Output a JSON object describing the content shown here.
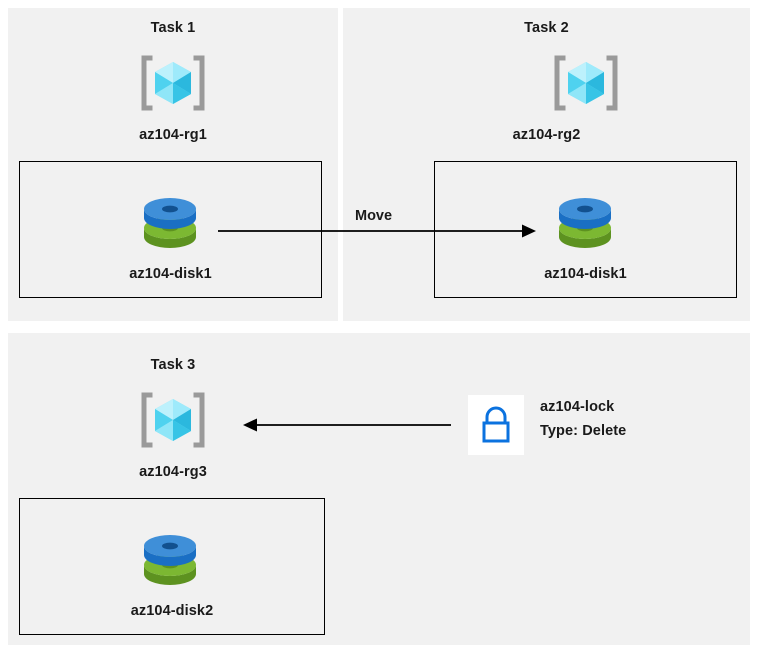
{
  "diagram": {
    "background_color": "#ffffff",
    "panel_color": "#f1f1f1",
    "line_color": "#000000"
  },
  "panels": [
    {
      "id": "task1",
      "title": "Task 1",
      "resource_group": {
        "icon": "azure-resource-group-icon",
        "label": "az104-rg1"
      },
      "resource": {
        "icon": "azure-managed-disk-icon",
        "label": "az104-disk1"
      }
    },
    {
      "id": "task2",
      "title": "Task 2",
      "resource_group": {
        "icon": "azure-resource-group-icon",
        "label": "az104-rg2"
      },
      "resource": {
        "icon": "azure-managed-disk-icon",
        "label": "az104-disk1"
      }
    },
    {
      "id": "task3",
      "title": "Task 3",
      "resource_group": {
        "icon": "azure-resource-group-icon",
        "label": "az104-rg3"
      },
      "resource": {
        "icon": "azure-managed-disk-icon",
        "label": "az104-disk2"
      },
      "lock": {
        "icon": "lock-icon",
        "name": "az104-lock",
        "type": "Type: Delete"
      }
    }
  ],
  "connectors": [
    {
      "id": "move-arrow",
      "label": "Move",
      "direction": "right"
    },
    {
      "id": "lock-arrow",
      "label": "",
      "direction": "left"
    }
  ],
  "colors": {
    "cube_light": "#7ee3f7",
    "cube_mid": "#4fd2ef",
    "cube_dark": "#2bb8de",
    "bracket_gray": "#9a9a9a",
    "disk_blue_top": "#3f8fd8",
    "disk_blue_side": "#1a6fc4",
    "disk_green_top": "#7cb832",
    "disk_green_side": "#5d9220",
    "lock_blue": "#0b72df"
  }
}
